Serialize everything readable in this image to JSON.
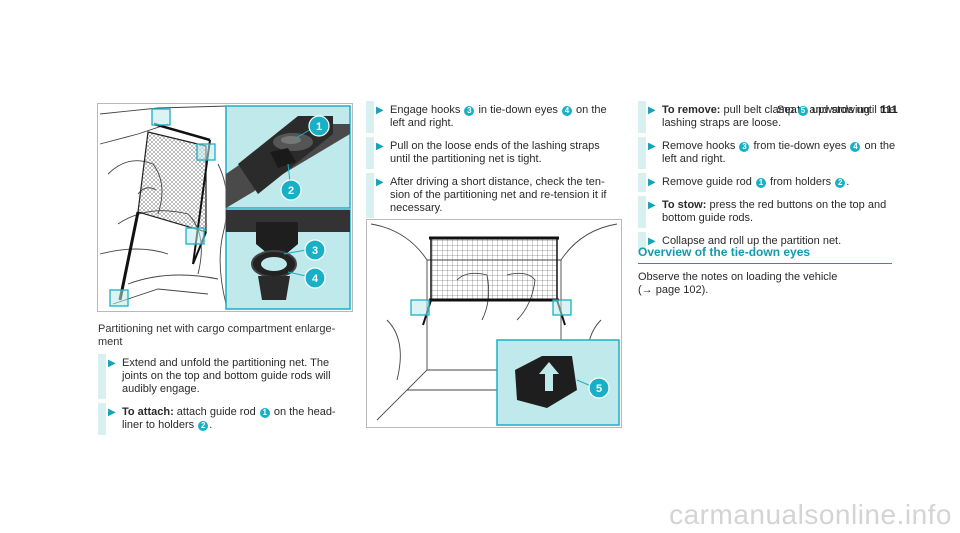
{
  "header": {
    "section": "Seats and stowing",
    "page_number": "111"
  },
  "figure1": {
    "caption": "Partitioning net with cargo compartment enlarge- ment",
    "callouts": [
      "1",
      "2",
      "3",
      "4"
    ]
  },
  "col1": {
    "steps": [
      {
        "text": "Extend and unfold the partitioning net. The joints on the top and bottom guide rods will audibly engage."
      },
      {
        "bold": "To attach:",
        "pre": " attach guide rod ",
        "n1": "1",
        "mid": " on the head- liner to holders ",
        "n2": "2",
        "post": "."
      }
    ]
  },
  "col2": {
    "steps": [
      {
        "pre": "Engage hooks ",
        "n1": "3",
        "mid": " in tie-down eyes ",
        "n2": "4",
        "post": " on the left and right."
      },
      {
        "text": "Pull on the loose ends of the lashing straps until the partitioning net is tight."
      },
      {
        "text": "After driving a short distance, check the ten- sion of the partitioning net and re-tension it if necessary."
      }
    ]
  },
  "figure2": {
    "callouts": [
      "5"
    ]
  },
  "col3": {
    "steps": [
      {
        "bold": "To remove:",
        "pre": " pull belt clamp ",
        "n1": "5",
        "post": " upwards until the lashing straps are loose."
      },
      {
        "pre": "Remove hooks ",
        "n1": "3",
        "mid": " from tie-down eyes ",
        "n2": "4",
        "post": " on the left and right."
      },
      {
        "pre": "Remove guide rod ",
        "n1": "1",
        "mid": " from holders ",
        "n2": "2",
        "post": "."
      },
      {
        "bold": "To stow:",
        "pre": " press the red buttons on the top and bottom guide rods."
      },
      {
        "text": "Collapse and roll up the partition net."
      }
    ]
  },
  "overview": {
    "title": "Overview of the tie-down eyes",
    "text": "Observe the notes on loading the vehicle",
    "ref": "(→ page 102)."
  },
  "icons": {
    "step_arrow": "triangle-right-icon"
  },
  "colors": {
    "accent": "#18b0c6",
    "highlight": "#bfe9ea"
  },
  "watermark": "carmanualsonline.info"
}
